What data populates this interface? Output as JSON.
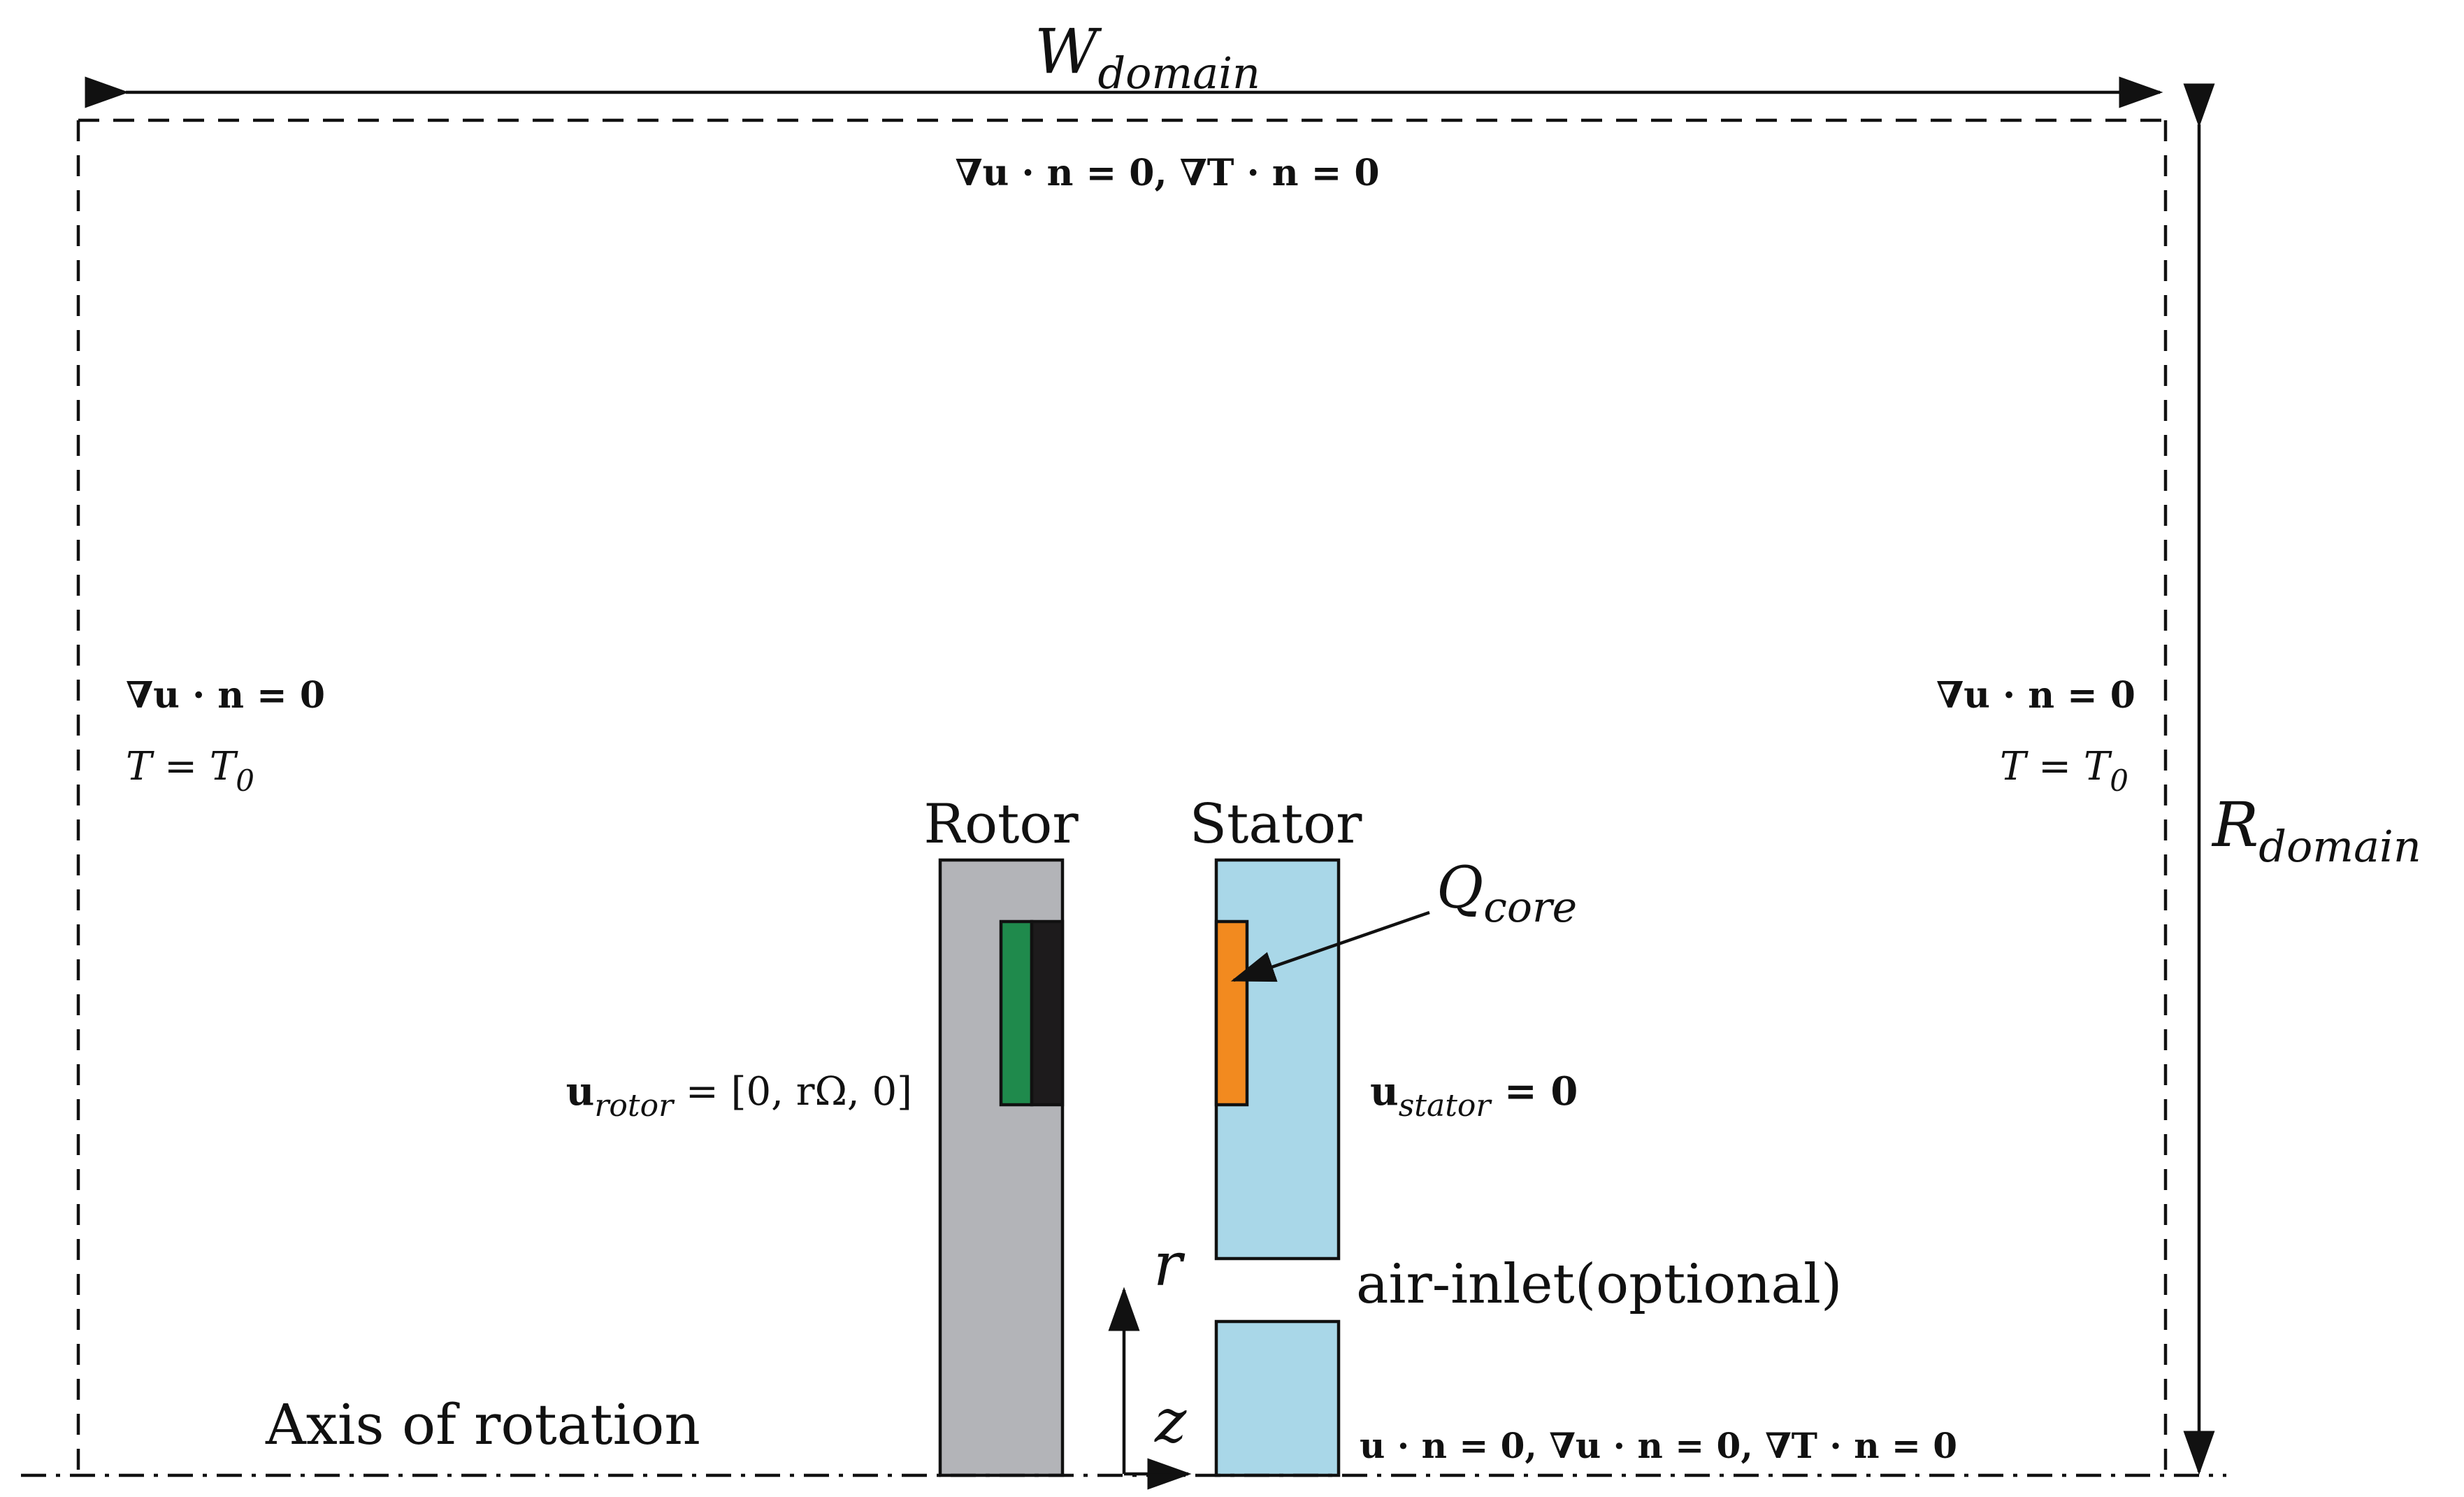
{
  "labels": {
    "w_domain": {
      "main": "W",
      "sub": "domain"
    },
    "r_domain": {
      "main": "R",
      "sub": "domain"
    },
    "top_bc": "∇u · n = 0,  ∇T · n = 0",
    "left_bc_line1": "∇u · n = 0",
    "left_bc_line2": {
      "main": "T = T",
      "sub": "0"
    },
    "right_bc_line1": "∇u · n = 0",
    "right_bc_line2": {
      "main": "T = T",
      "sub": "0"
    },
    "rotor_title": "Rotor",
    "stator_title": "Stator",
    "q_core": {
      "main": "Q",
      "sub": "core"
    },
    "u_rotor": {
      "main": "u",
      "sub": "rotor",
      "rest": " = [0, rΩ, 0]"
    },
    "u_stator": {
      "main": "u",
      "sub": "stator",
      "rest": " = 0"
    },
    "air_inlet": "air-inlet(optional)",
    "r_axis": "r",
    "z_axis": "z",
    "axis_of_rotation": "Axis of rotation",
    "bottom_bc": "u · n = 0,  ∇u · n = 0,  ∇T · n = 0"
  },
  "colors": {
    "rotor": "#b3b4b8",
    "stator": "#a9d7e8",
    "green_layer": "#1f8a4c",
    "black_layer": "#1d1b1c",
    "heat_source": "#f28a1f",
    "ink": "#111111"
  }
}
